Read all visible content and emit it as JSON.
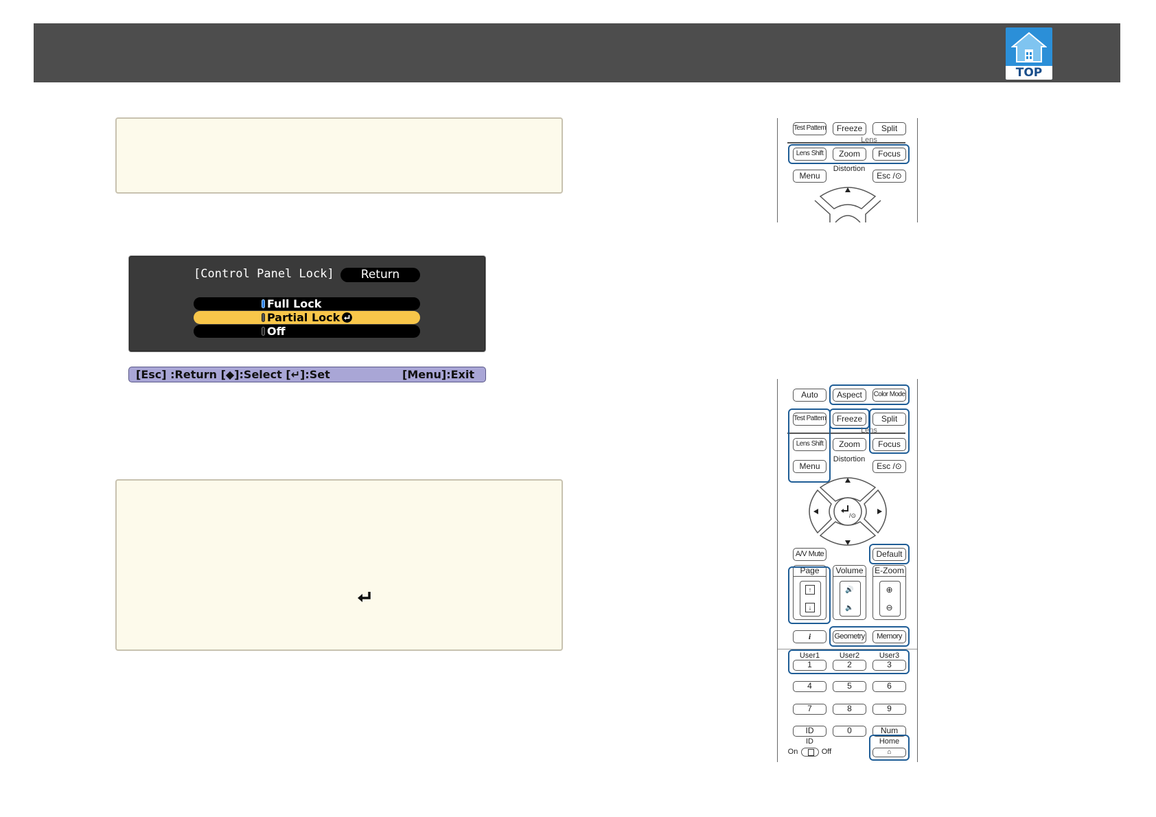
{
  "header": {
    "logo_text": "TOP"
  },
  "osd": {
    "title": "[Control Panel Lock]",
    "return_label": "Return",
    "options": [
      {
        "label": "Full Lock",
        "selected": false,
        "checked": true
      },
      {
        "label": "Partial Lock",
        "selected": true,
        "checked": false
      },
      {
        "label": "Off",
        "selected": false,
        "checked": false
      }
    ],
    "help_left": "[Esc] :Return  [◆]:Select  [↵]:Set",
    "help_right": "[Menu]:Exit"
  },
  "remote_top": {
    "row1": [
      "Test Pattern",
      "Freeze",
      "Split"
    ],
    "lens_label": "Lens",
    "row2": [
      "Lens Shift",
      "Zoom",
      "Focus"
    ],
    "distortion_label": "Distortion",
    "row3": [
      "Menu",
      "Esc /⊙"
    ]
  },
  "remote_full": {
    "row0": [
      "Auto",
      "Aspect",
      "Color Mode"
    ],
    "row1": [
      "Test Pattern",
      "Freeze",
      "Split"
    ],
    "lens_label": "Lens",
    "row2": [
      "Lens Shift",
      "Zoom",
      "Focus"
    ],
    "distortion_label": "Distortion",
    "row3": [
      "Menu",
      "Esc /⊙"
    ],
    "row4": [
      "A/V Mute",
      "Default"
    ],
    "rockers": [
      "Page",
      "Volume",
      "E-Zoom"
    ],
    "row5": [
      "i",
      "Geometry",
      "Memory"
    ],
    "user_labels": [
      "User1",
      "User2",
      "User3"
    ],
    "num_row1": [
      "1",
      "2",
      "3"
    ],
    "num_row2": [
      "4",
      "5",
      "6"
    ],
    "num_row3": [
      "7",
      "8",
      "9"
    ],
    "num_row4": [
      "ID",
      "0",
      "Num"
    ],
    "id_label": "ID",
    "on_label": "On",
    "off_label": "Off",
    "home_label": "Home"
  },
  "colors": {
    "header": "#4d4d4d",
    "note_bg": "#fdfaeb",
    "highlight": "#1f5d96",
    "osd_select": "#f8c64a",
    "osd_help": "#a9a6d6"
  }
}
